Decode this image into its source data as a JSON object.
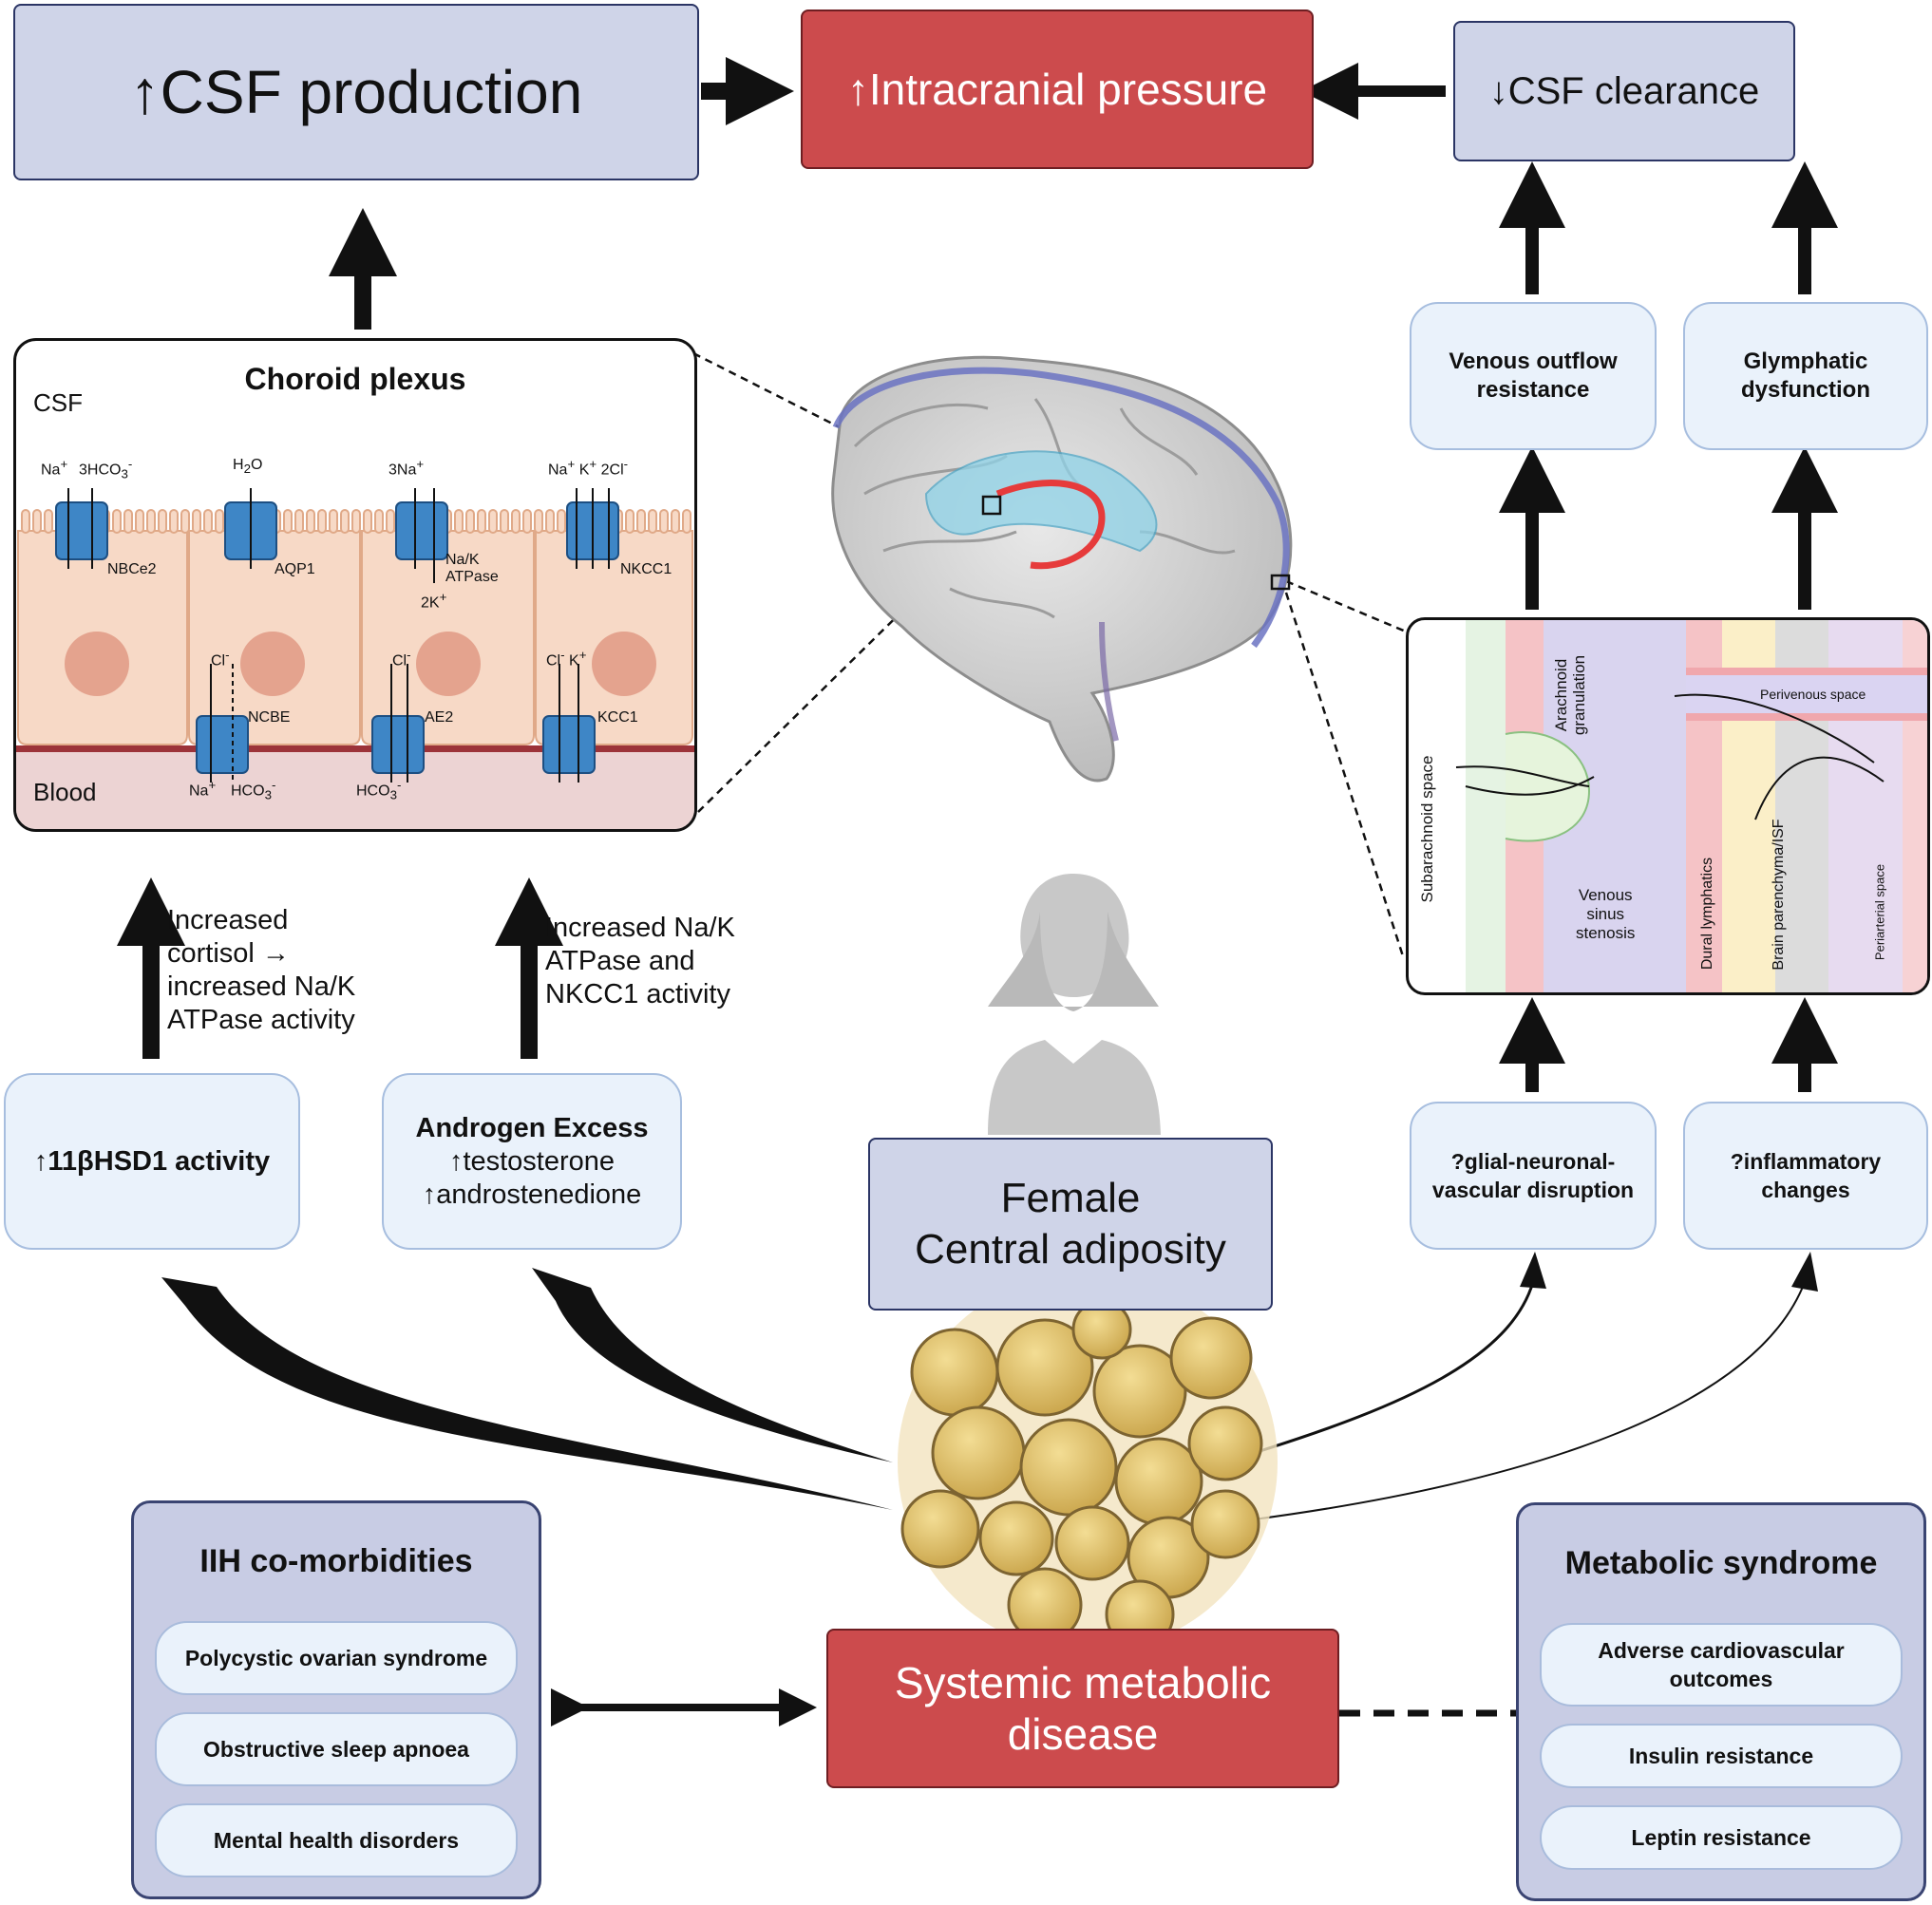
{
  "top": {
    "csf_production": "↑CSF production",
    "intracranial_pressure": "↑Intracranial pressure",
    "csf_clearance": "↓CSF clearance"
  },
  "clearance": {
    "venous_outflow": [
      "Venous outflow",
      "resistance"
    ],
    "glymphatic": [
      "Glymphatic",
      "dysfunction"
    ],
    "glial": [
      "?glial-neuronal-",
      "vascular disruption"
    ],
    "inflammatory": [
      "?inflammatory",
      "changes"
    ]
  },
  "choroid": {
    "title": "Choroid plexus",
    "csf": "CSF",
    "blood": "Blood",
    "labels": {
      "na": "Na",
      "hco3_3": "3HCO",
      "h2o": "H",
      "na3": "3Na",
      "na_k_2cl": [
        "Na",
        "K",
        "2Cl"
      ],
      "nbce2": "NBCe2",
      "aqp1": "AQP1",
      "nak_atpase": [
        "Na/K",
        "ATPase"
      ],
      "k2": "2K",
      "nkcc1": "NKCC1",
      "cl": "Cl",
      "ncbe": "NCBE",
      "ae2": "AE2",
      "kcc1": "KCC1",
      "cl_k": [
        "Cl",
        "K"
      ],
      "na_bottom": "Na",
      "hco3_bottom": "HCO",
      "hco3_ae2": "HCO"
    }
  },
  "mechanisms": {
    "cortisol_note": [
      "Increased",
      "cortisol →",
      "increased Na/K",
      "ATPase activity"
    ],
    "nak_note": [
      "Increased Na/K",
      "ATPase and",
      "NKCC1 activity"
    ],
    "hsd1": "↑11βHSD1 activity",
    "androgen_title": "Androgen Excess",
    "testosterone": "↑testosterone",
    "androstenedione": "↑androstenedione"
  },
  "female_box": [
    "Female",
    "Central adiposity"
  ],
  "systemic": [
    "Systemic metabolic",
    "disease"
  ],
  "comorbidities": {
    "title": "IIH co-morbidities",
    "items": [
      "Polycystic ovarian syndrome",
      "Obstructive sleep apnoea",
      "Mental health disorders"
    ]
  },
  "metabolic": {
    "title": "Metabolic syndrome",
    "items": [
      [
        "Adverse cardiovascular",
        "outcomes"
      ],
      [
        "Insulin resistance"
      ],
      [
        "Leptin resistance"
      ]
    ]
  },
  "inset": {
    "subarachnoid": "Subarachnoid space",
    "arachnoid": [
      "Arachnoid",
      "granulation"
    ],
    "perivenous": "Perivenous space",
    "venous_sinus": [
      "Venous",
      "sinus",
      "stenosis"
    ],
    "dural": "Dural lymphatics",
    "brain": "Brain parenchyma/ISF",
    "periarterial": "Periarterial space"
  },
  "colors": {
    "lavender": "#cfd4e8",
    "red_box": "#cc4b4d",
    "light_blue": "#eaf2fb",
    "cell": "#f6d6c2",
    "transporter": "#3e86c6",
    "fat": "#e2c36a"
  }
}
